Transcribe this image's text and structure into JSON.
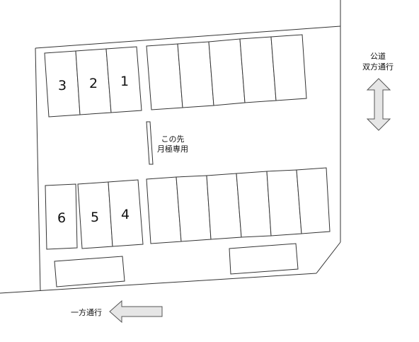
{
  "spaces": {
    "top": [
      "3",
      "2",
      "1"
    ],
    "bottom": [
      "6",
      "5",
      "4"
    ]
  },
  "monthly_notice": {
    "line1": "この先",
    "line2": "月極専用"
  },
  "public_road": {
    "line1": "公道",
    "line2": "双方通行"
  },
  "one_way": {
    "label": "一方通行"
  },
  "icons": {
    "two_way_arrow": "up-down-arrow-icon",
    "one_way_arrow": "left-arrow-icon"
  },
  "colors": {
    "background": "#ffffff",
    "line": "#333333",
    "text": "#111111",
    "arrow_fill": "#e6e6e6",
    "arrow_stroke": "#555555"
  }
}
